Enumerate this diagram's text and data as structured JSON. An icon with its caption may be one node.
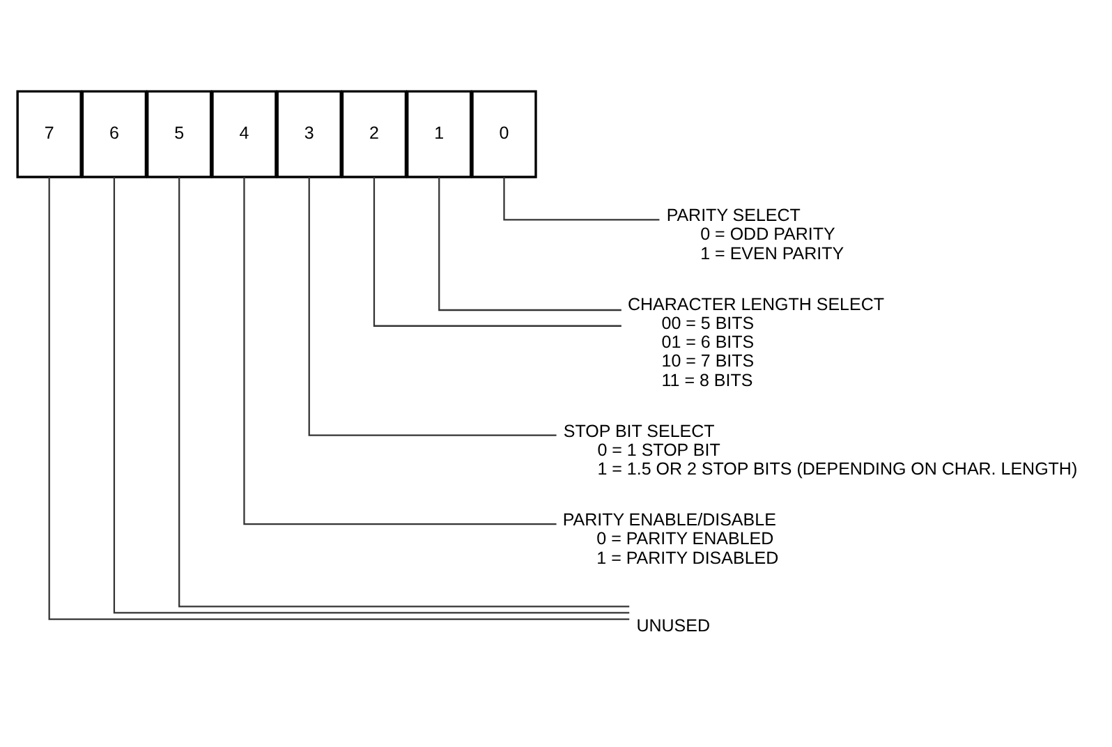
{
  "diagram": {
    "nodes": [
      {
        "text": [
          "7"
        ]
      },
      {
        "text": [
          "6"
        ]
      },
      {
        "text": [
          "5"
        ]
      },
      {
        "text": [
          "4"
        ]
      },
      {
        "text": [
          "3"
        ]
      },
      {
        "text": [
          "2"
        ]
      },
      {
        "text": [
          "1"
        ]
      },
      {
        "text": [
          "0"
        ]
      },
      {
        "text": [
          "PARITY SELECT",
          "0 = ODD PARITY",
          "1 = EVEN PARITY"
        ]
      },
      {
        "text": [
          "CHARACTER LENGTH SELECT",
          "00 = 5 BITS",
          "01 = 6 BITS",
          "10 = 7 BITS",
          "11 = 8 BITS"
        ]
      },
      {
        "text": [
          "STOP BIT SELECT",
          "0 = 1 STOP BIT",
          "1 = 1.5 OR 2 STOP BITS (DEPENDING ON CHAR. LENGTH)"
        ]
      },
      {
        "text": [
          "PARITY ENABLE/DISABLE",
          "0 = PARITY ENABLED",
          "1 = PARITY DISABLED"
        ]
      },
      {
        "text": [
          "UNUSED"
        ]
      }
    ],
    "edges": [
      {
        "from": 7,
        "to": 8,
        "arrow": "none"
      },
      {
        "from": 5,
        "to": 9,
        "arrow": "none"
      },
      {
        "from": 6,
        "to": 9,
        "arrow": "none"
      },
      {
        "from": 4,
        "to": 10,
        "arrow": "none"
      },
      {
        "from": 3,
        "to": 11,
        "arrow": "none"
      },
      {
        "from": 0,
        "to": 12,
        "arrow": "none"
      },
      {
        "from": 1,
        "to": 12,
        "arrow": "none"
      },
      {
        "from": 2,
        "to": 12,
        "arrow": "none"
      }
    ]
  }
}
